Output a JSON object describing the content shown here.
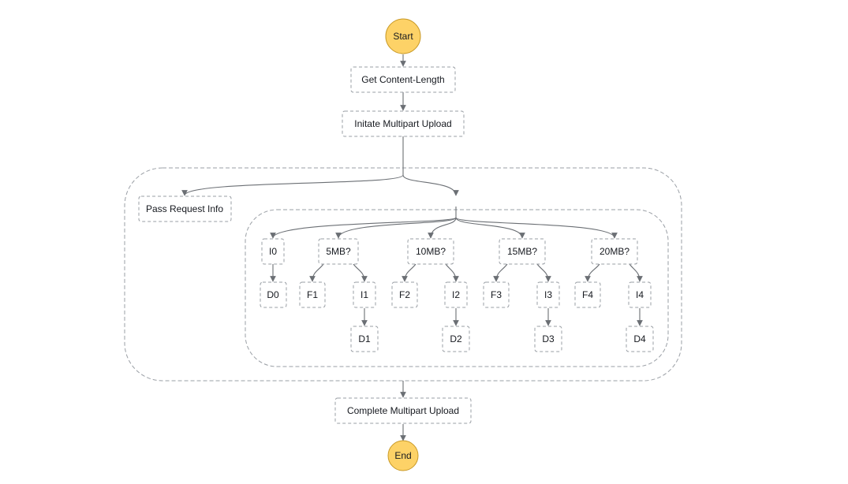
{
  "colors": {
    "terminal_fill": "#fdd267",
    "terminal_stroke": "#c99a28",
    "node_stroke": "#9a9fa5",
    "edge": "#6b6f74",
    "text": "#16191f"
  },
  "nodes": {
    "start": "Start",
    "get_content_length": "Get Content-Length",
    "initiate_upload": "Initate Multipart Upload",
    "pass_request_info": "Pass Request Info",
    "i0": "I0",
    "d0": "D0",
    "check_5mb": "5MB?",
    "f1": "F1",
    "i1": "I1",
    "d1": "D1",
    "check_10mb": "10MB?",
    "f2": "F2",
    "i2": "I2",
    "d2": "D2",
    "check_15mb": "15MB?",
    "f3": "F3",
    "i3": "I3",
    "d3": "D3",
    "check_20mb": "20MB?",
    "f4": "F4",
    "i4": "I4",
    "d4": "D4",
    "complete_upload": "Complete Multipart Upload",
    "end": "End"
  }
}
